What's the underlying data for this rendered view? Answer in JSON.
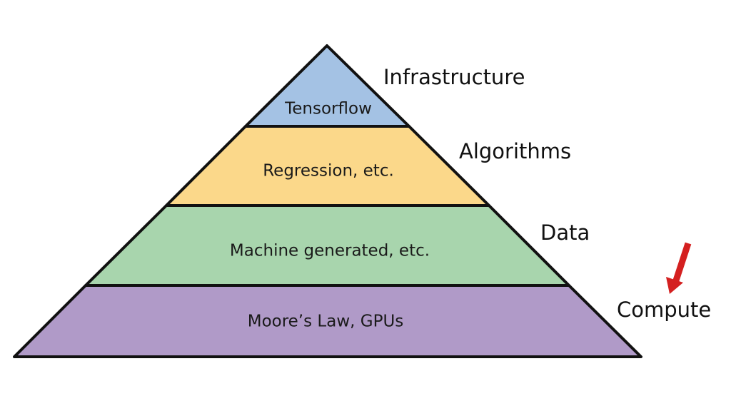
{
  "pyramid": {
    "layers": [
      {
        "label": "Tensorflow",
        "side_label": "Infrastructure",
        "color": "#a4c2e4"
      },
      {
        "label": "Regression, etc.",
        "side_label": "Algorithms",
        "color": "#fbd88a"
      },
      {
        "label": "Machine generated, etc.",
        "side_label": "Data",
        "color": "#a8d5ad"
      },
      {
        "label": "Moore’s Law, GPUs",
        "side_label": "Compute",
        "color": "#b09ac8"
      }
    ],
    "outline_color": "#111111"
  },
  "arrow": {
    "icon": "down-arrow-icon",
    "color": "#d42020"
  }
}
